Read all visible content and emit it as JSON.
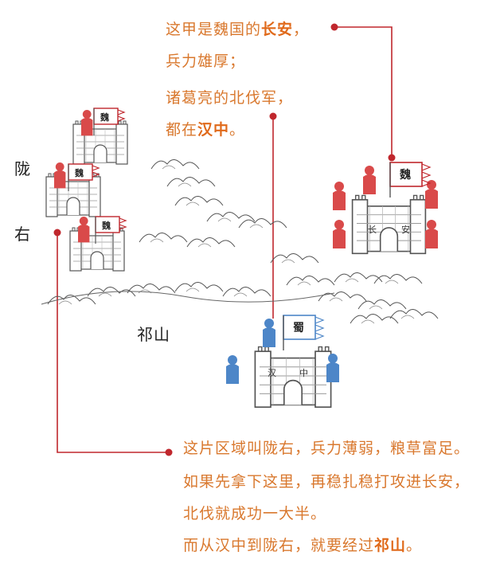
{
  "text_top": {
    "line1_pre": "这甲是魏国的",
    "line1_bold": "长安",
    "line1_post": "，",
    "line2": "兵力雄厚；",
    "line3": "诸葛亮的北伐军，",
    "line4_pre": "都在",
    "line4_bold": "汉中",
    "line4_post": "。"
  },
  "text_bottom": {
    "line1": "这片区域叫陇右，兵力薄弱，粮草富足。",
    "line2": "如果先拿下这里，再稳扎稳打攻进长安，",
    "line3": "北伐就成功一大半。",
    "line4_pre": "而从汉中到陇右，就要经过",
    "line4_bold": "祁山",
    "line4_post": "。"
  },
  "labels": {
    "longyou_1": "陇",
    "longyou_2": "右",
    "qishan": "祁山"
  },
  "banners": {
    "wei": "魏",
    "shu": "蜀"
  },
  "gates": {
    "changan_left": "长",
    "changan_right": "安",
    "hanzhong_left": "汉",
    "hanzhong_right": "中"
  },
  "colors": {
    "wei_red": "#d94a4a",
    "shu_blue": "#4d86c8",
    "line_red": "#c0272d",
    "text_orange": "#d9782e"
  }
}
